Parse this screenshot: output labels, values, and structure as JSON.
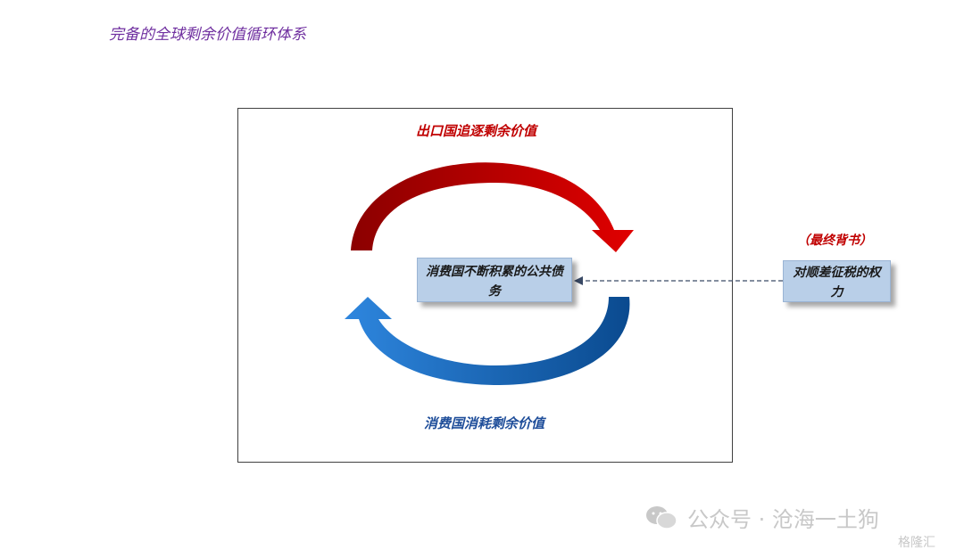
{
  "title": "完备的全球剩余价值循环体系",
  "diagram": {
    "top_label": "出口国追逐剩余价值",
    "bottom_label": "消费国消耗剩余价值",
    "center_box": "消费国不断积累的公共债务",
    "right_label": "（最终背书）",
    "right_box": "对顺差征税的权力"
  },
  "colors": {
    "red_arrow": "#c00000",
    "blue_arrow": "#1f6fbf",
    "title": "#7030a0",
    "box_fill": "#b9cfe8"
  },
  "watermark": {
    "text": "公众号 · 沧海一土狗",
    "logo_text": "格隆汇"
  }
}
